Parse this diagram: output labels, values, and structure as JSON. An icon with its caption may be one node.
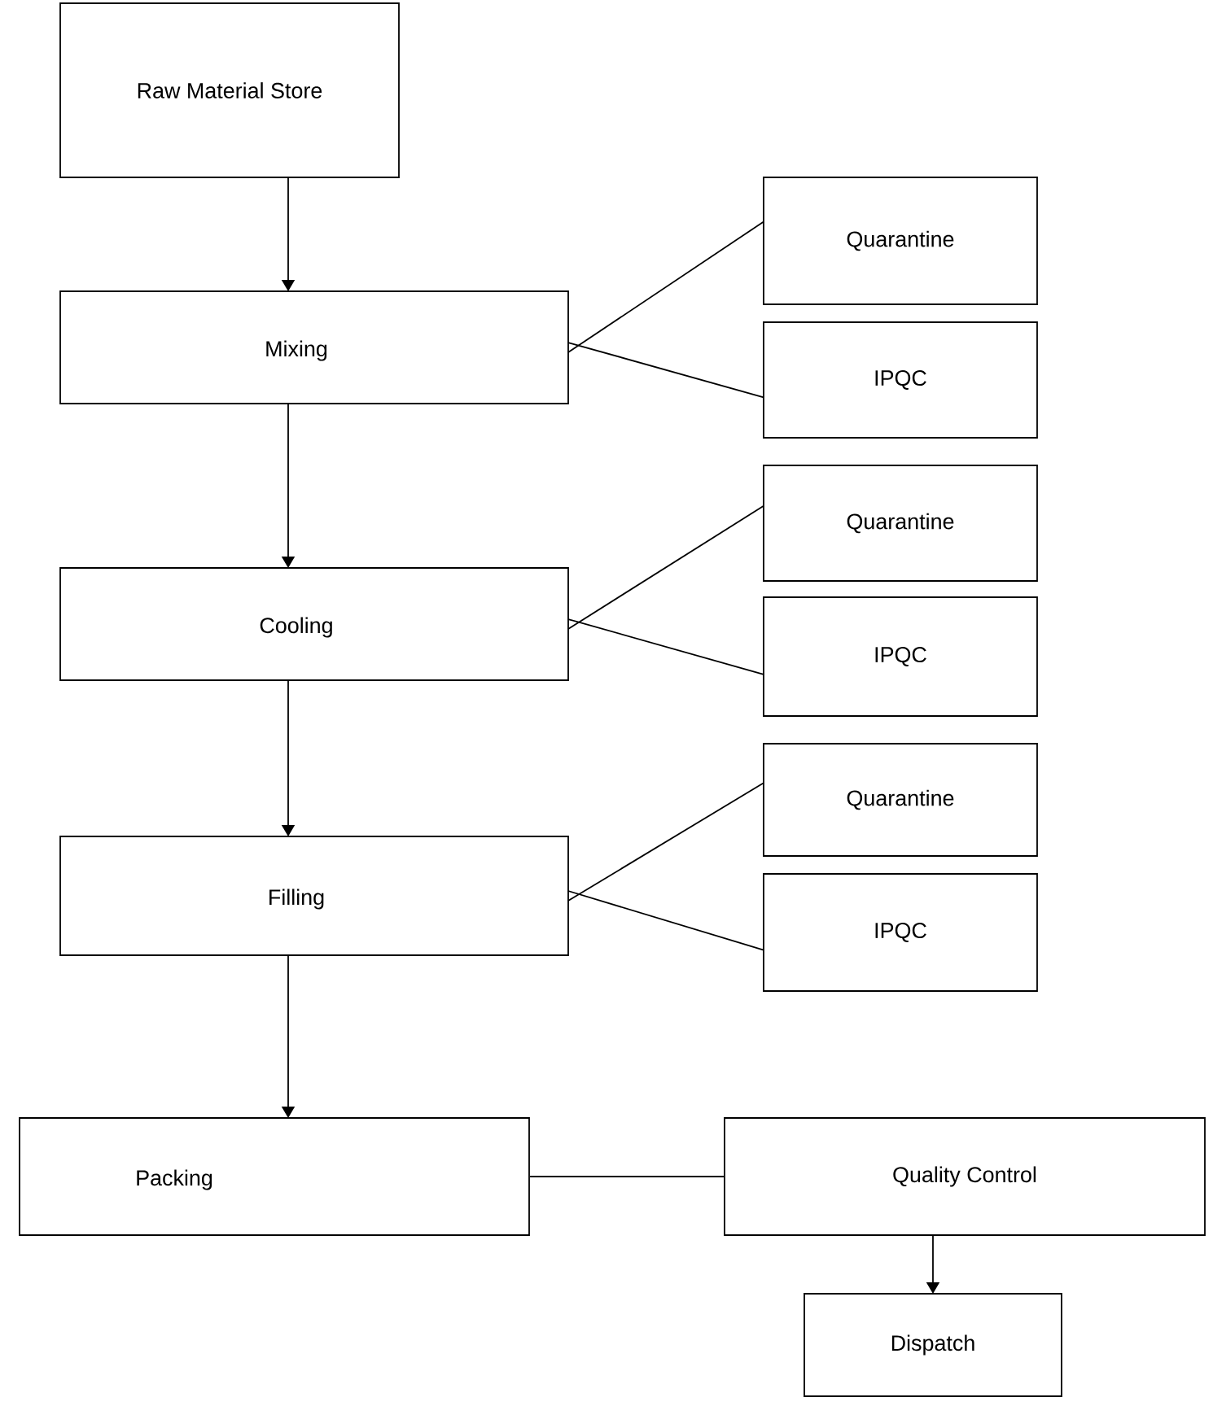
{
  "diagram": {
    "nodes": [
      {
        "text": [
          "Raw Material Store"
        ]
      },
      {
        "text": [
          "Mixing"
        ]
      },
      {
        "text": [
          "Quarantine"
        ]
      },
      {
        "text": [
          "IPQC"
        ]
      },
      {
        "text": [
          "Cooling"
        ]
      },
      {
        "text": [
          "Quarantine"
        ]
      },
      {
        "text": [
          "IPQC"
        ]
      },
      {
        "text": [
          "Filling"
        ]
      },
      {
        "text": [
          "Quarantine"
        ]
      },
      {
        "text": [
          "IPQC"
        ]
      },
      {
        "text": [
          "Packing"
        ]
      },
      {
        "text": [
          "Quality Control"
        ]
      },
      {
        "text": [
          "Dispatch"
        ]
      }
    ],
    "edges": [
      {
        "from": 0,
        "to": 1,
        "arrow": "to"
      },
      {
        "from": 1,
        "to": 2,
        "arrow": "none"
      },
      {
        "from": 1,
        "to": 3,
        "arrow": "none"
      },
      {
        "from": 1,
        "to": 4,
        "arrow": "to"
      },
      {
        "from": 4,
        "to": 5,
        "arrow": "none"
      },
      {
        "from": 4,
        "to": 6,
        "arrow": "none"
      },
      {
        "from": 4,
        "to": 7,
        "arrow": "to"
      },
      {
        "from": 7,
        "to": 8,
        "arrow": "none"
      },
      {
        "from": 7,
        "to": 9,
        "arrow": "none"
      },
      {
        "from": 7,
        "to": 10,
        "arrow": "to"
      },
      {
        "from": 10,
        "to": 11,
        "arrow": "none"
      },
      {
        "from": 11,
        "to": 12,
        "arrow": "to"
      }
    ]
  }
}
